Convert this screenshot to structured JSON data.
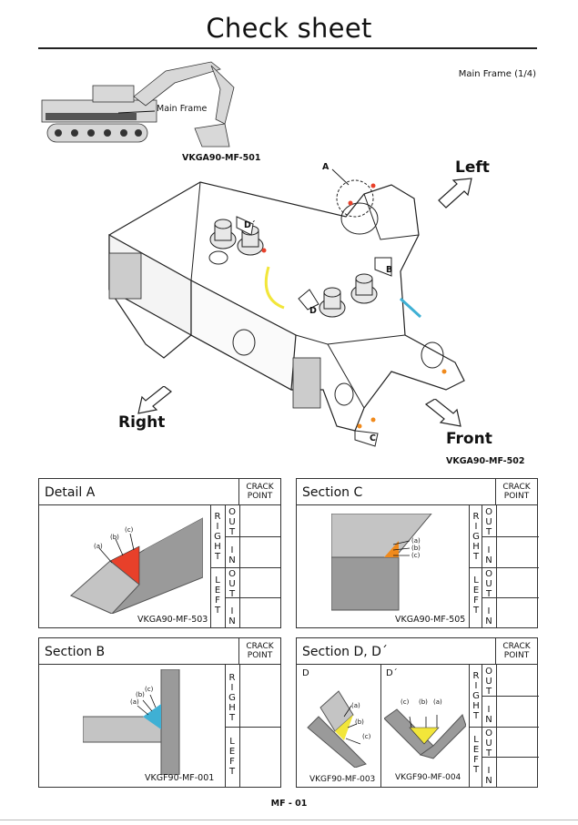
{
  "page": {
    "title": "Check sheet",
    "subtitle": "Main Frame (1/4)",
    "footer": "MF - 01"
  },
  "overview": {
    "machine_label": "Main Frame",
    "machine_code": "VKGA90-MF-501",
    "label_a": "A",
    "label_b": "B",
    "label_c": "C",
    "label_d": "D",
    "label_d_prime": "D´",
    "dir_left": "Left",
    "dir_right": "Right",
    "dir_front": "Front",
    "frame_code": "VKGA90-MF-502"
  },
  "crack_header": "CRACK\nPOINT",
  "side_labels": {
    "right": "R\nI\nG\nH\nT",
    "left": "L\nE\nF\nT",
    "out": "O\nU\nT",
    "in": "I\nN"
  },
  "panels": {
    "detail_a": {
      "title": "Detail A",
      "code": "VKGA90-MF-503",
      "labels": [
        "(a)",
        "(b)",
        "(c)"
      ]
    },
    "section_c": {
      "title": "Section C",
      "code": "VKGA90-MF-505",
      "labels": [
        "(a)",
        "(b)",
        "(c)"
      ]
    },
    "section_b": {
      "title": "Section B",
      "code": "VKGF90-MF-001",
      "labels": [
        "(a)",
        "(b)",
        "(c)"
      ]
    },
    "section_d": {
      "title": "Section D, D´",
      "sub_d": "D",
      "sub_dp": "D´",
      "code_d": "VKGF90-MF-003",
      "code_dp": "VKGF90-MF-004",
      "labels": [
        "(a)",
        "(b)",
        "(c)"
      ]
    }
  },
  "colors": {
    "weld_red": "#e8402a",
    "weld_orange": "#f08a1c",
    "weld_blue": "#3fb0d4",
    "weld_yellow": "#f2e63a",
    "steel_grey": "#9a9a9a",
    "steel_light": "#c4c4c4"
  }
}
